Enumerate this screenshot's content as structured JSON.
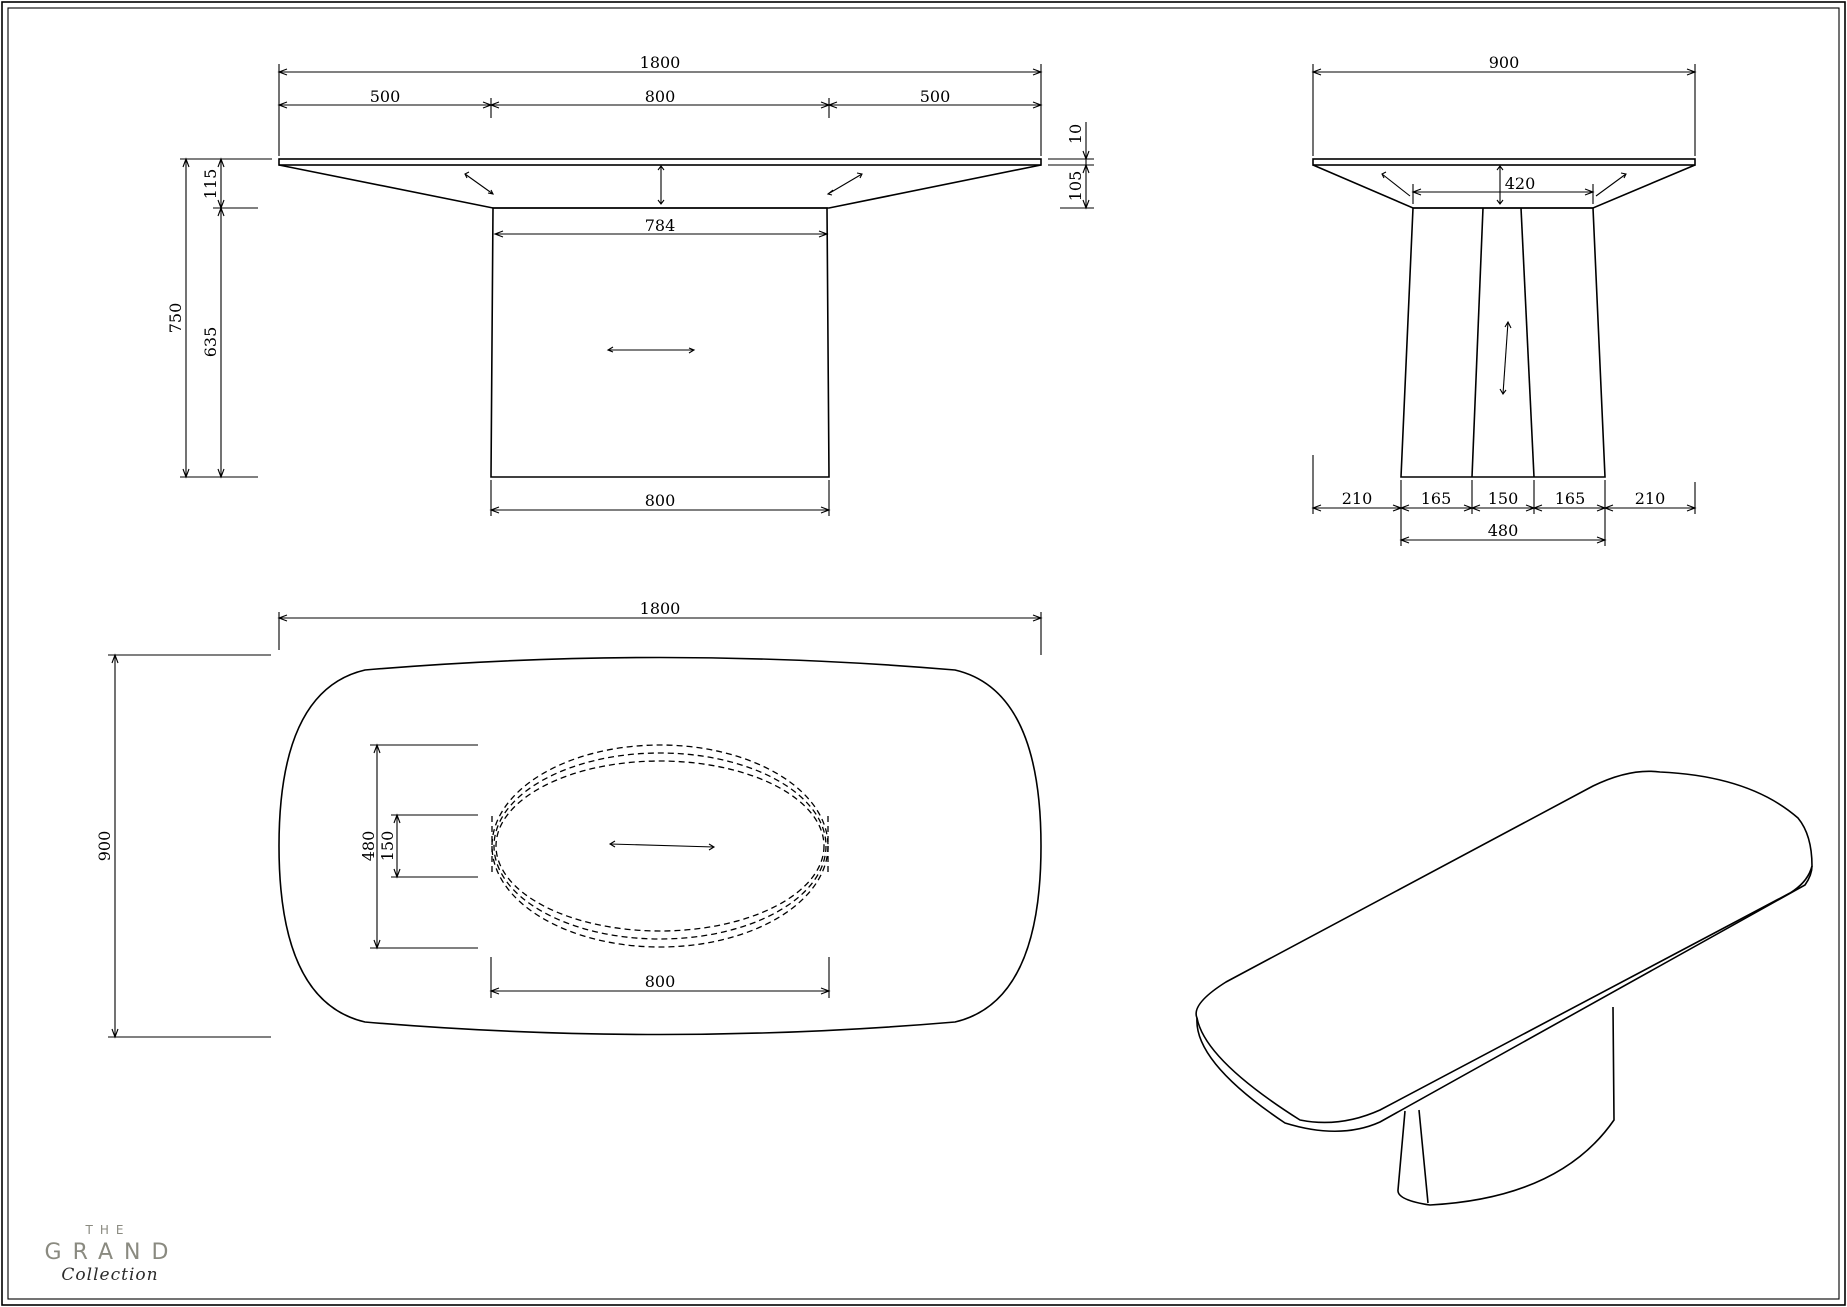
{
  "logo": {
    "the": "THE",
    "grand": "GRAND",
    "collection": "Collection"
  },
  "front_view": {
    "overall_width": "1800",
    "left_segment": "500",
    "center_segment": "800",
    "right_segment": "500",
    "top_thickness": "10",
    "apron_height": "105",
    "upper_height": "115",
    "total_height": "750",
    "base_height": "635",
    "base_top_width": "784",
    "base_bottom_width": "800"
  },
  "side_view": {
    "overall_depth": "900",
    "base_top_depth": "420",
    "left_overhang": "210",
    "left_panel": "165",
    "center_panel": "150",
    "right_panel": "165",
    "right_overhang": "210",
    "base_depth": "480"
  },
  "plan_view": {
    "overall_length": "1800",
    "overall_width": "900",
    "base_width": "480",
    "base_center": "150",
    "base_length": "800"
  }
}
